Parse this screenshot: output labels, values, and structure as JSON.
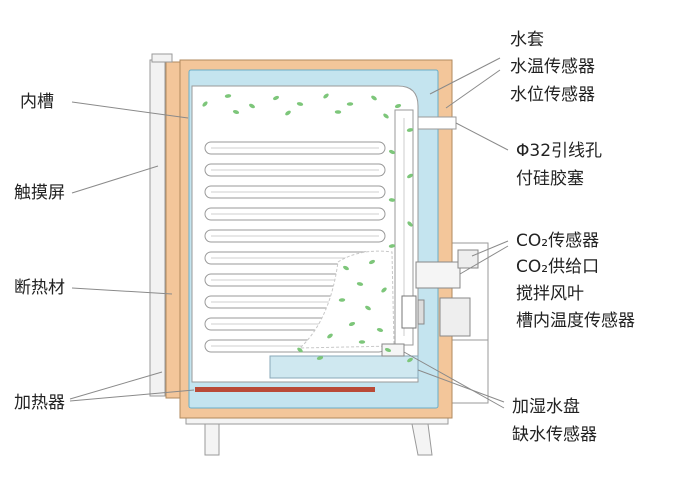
{
  "labels": {
    "inner_tank": "内槽",
    "touch_screen": "触摸屏",
    "insulation": "断热材",
    "heater": "加热器",
    "water_jacket": "水套",
    "water_temp_sensor": "水温传感器",
    "water_level_sensor": "水位传感器",
    "cable_hole": "Φ32引线孔",
    "silicone_plug": "付硅胶塞",
    "co2_sensor": "CO₂传感器",
    "co2_inlet": "CO₂供给口",
    "stir_fan": "搅拌风叶",
    "chamber_temp_sensor": "槽内温度传感器",
    "humidify_pan": "加湿水盘",
    "water_shortage_sensor": "缺水传感器"
  },
  "colors": {
    "insulation": "#f3c69a",
    "water_jacket": "#c4e4ef",
    "heater": "#b94a37",
    "airflow_dots": "#7dc67a",
    "humidify_water": "#cfe8f0"
  }
}
